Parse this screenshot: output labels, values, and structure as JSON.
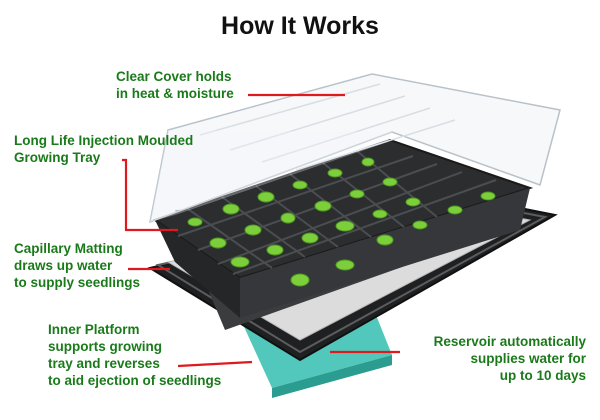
{
  "title": "How It Works",
  "colors": {
    "label_text": "#1a7a1a",
    "leader_line": "#e0191f",
    "reservoir": "#3ec2b4",
    "tray": "#2b2d2f"
  },
  "labels": {
    "cover": "Clear Cover holds\nin heat & moisture",
    "tray": "Long Life Injection Moulded\nGrowing Tray",
    "matting": "Capillary Matting\ndraws up water\nto supply seedlings",
    "platform": "Inner Platform\nsupports growing\ntray and reverses\nto aid ejection of seedlings",
    "reservoir": "Reservoir automatically\nsupplies water for\nup to 10 days"
  }
}
